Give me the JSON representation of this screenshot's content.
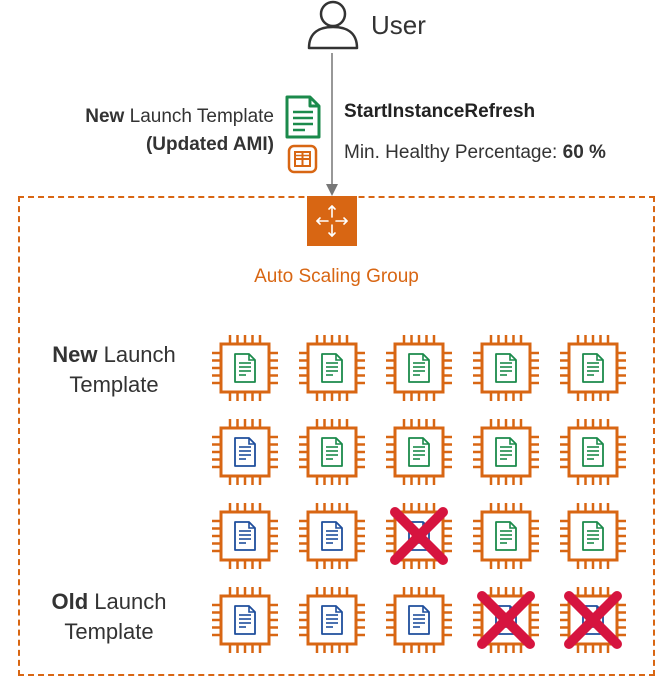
{
  "user": {
    "label": "User",
    "icon": "user-icon"
  },
  "launch_template": {
    "prefix": "New",
    "name": "Launch Template",
    "detail": "(Updated AMI)"
  },
  "action": {
    "name": "StartInstanceRefresh",
    "param_label": "Min. Healthy Percentage:",
    "param_value": "60 %"
  },
  "asg": {
    "label": "Auto Scaling Group",
    "icon": "auto-scaling-icon"
  },
  "rows": {
    "new": {
      "bold": "New",
      "rest": "Launch",
      "line2": "Template"
    },
    "old": {
      "bold": "Old",
      "rest": "Launch",
      "line2": "Template"
    }
  },
  "instances": [
    [
      "new",
      "new",
      "new",
      "new",
      "new"
    ],
    [
      "old",
      "new",
      "new",
      "new",
      "new"
    ],
    [
      "old",
      "old",
      "terminated",
      "new",
      "new"
    ],
    [
      "old",
      "old",
      "old",
      "terminated",
      "terminated"
    ]
  ],
  "colors": {
    "accent": "#d86613",
    "new_template": "#1b8a4b",
    "old_template": "#1f4e9c",
    "terminated": "#d6143f",
    "line": "#777777"
  }
}
